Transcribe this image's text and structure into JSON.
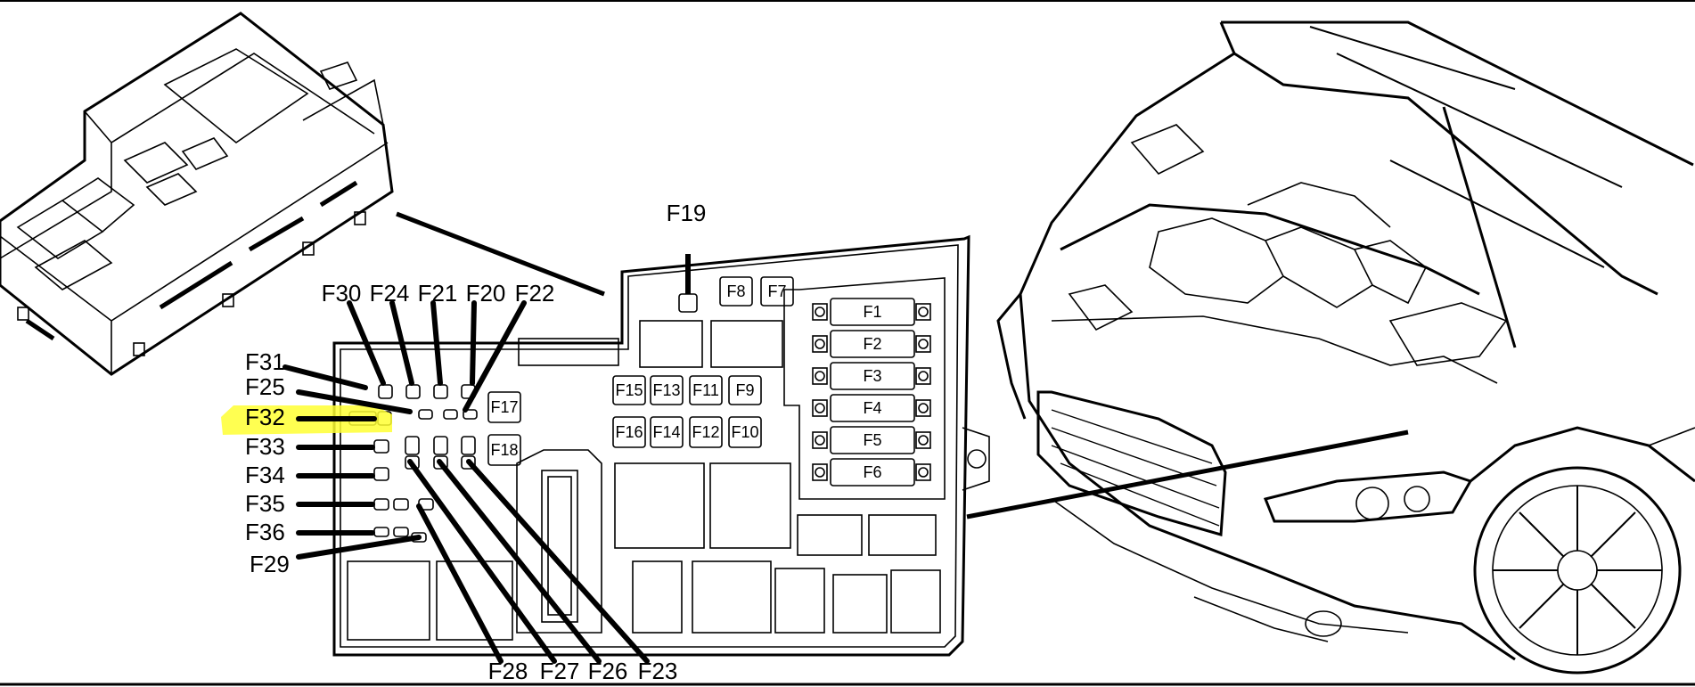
{
  "highlight_color": "#ffff33",
  "fuse_labels": {
    "F1": "F1",
    "F2": "F2",
    "F3": "F3",
    "F4": "F4",
    "F5": "F5",
    "F6": "F6",
    "F7": "F7",
    "F8": "F8",
    "F9": "F9",
    "F10": "F10",
    "F11": "F11",
    "F12": "F12",
    "F13": "F13",
    "F14": "F14",
    "F15": "F15",
    "F16": "F16",
    "F17": "F17",
    "F18": "F18",
    "F19": "F19",
    "F20": "F20",
    "F21": "F21",
    "F22": "F22",
    "F23": "F23",
    "F24": "F24",
    "F25": "F25",
    "F26": "F26",
    "F27": "F27",
    "F28": "F28",
    "F29": "F29",
    "F30": "F30",
    "F31": "F31",
    "F32": "F32",
    "F33": "F33",
    "F34": "F34",
    "F35": "F35",
    "F36": "F36"
  },
  "highlighted_fuse": "F32",
  "illustrations": [
    "fuse-box-3d-view",
    "fuse-box-layout",
    "car-engine-bay"
  ]
}
